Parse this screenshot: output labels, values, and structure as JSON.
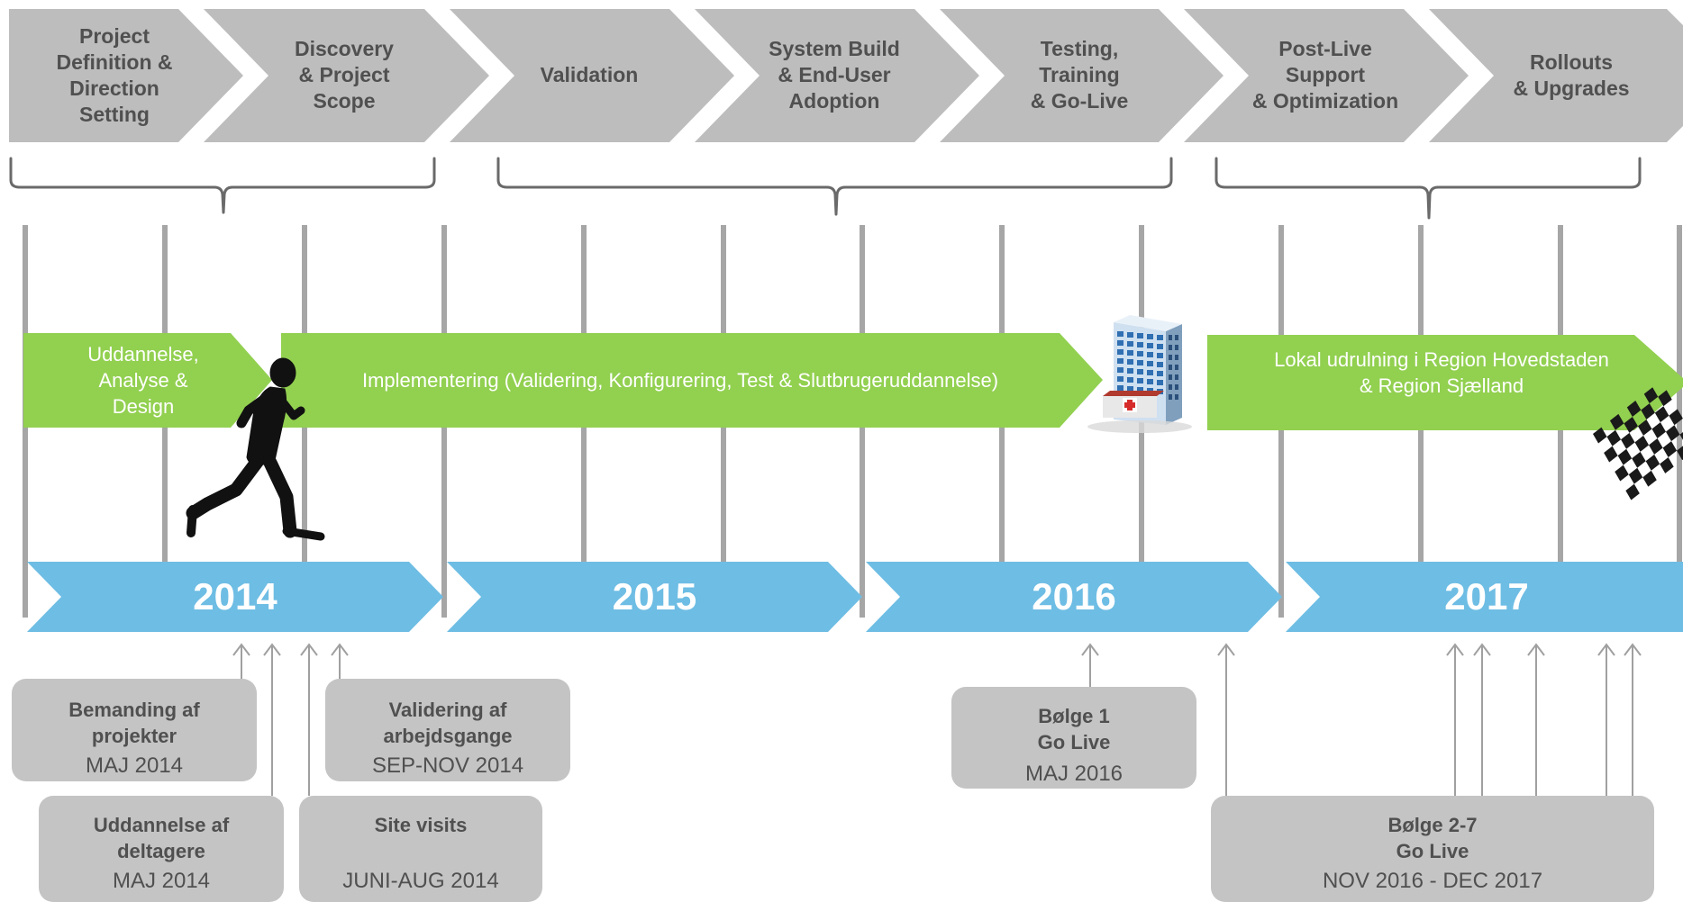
{
  "phases": [
    {
      "label": "Project\nDefinition &\nDirection\nSetting"
    },
    {
      "label": "Discovery\n& Project\nScope"
    },
    {
      "label": "Validation"
    },
    {
      "label": "System Build\n& End-User\nAdoption"
    },
    {
      "label": "Testing,\nTraining\n& Go-Live"
    },
    {
      "label": "Post-Live\nSupport\n& Optimization"
    },
    {
      "label": "Rollouts\n& Upgrades"
    }
  ],
  "bars": {
    "uddannelse": "Uddannelse,\nAnalyse &\nDesign",
    "implementering": "Implementering (Validering, Konfigurering, Test & Slutbrugeruddannelse)",
    "lokal": "Lokal udrulning i Region  Hovedstaden\n& Region Sjælland"
  },
  "years": [
    "2014",
    "2015",
    "2016",
    "2017"
  ],
  "milestones": {
    "bemanding": {
      "title": "Bemanding af\nprojekter",
      "date": "MAJ 2014"
    },
    "validering": {
      "title": "Validering af\narbejdsgange",
      "date": "SEP-NOV 2014"
    },
    "uddannelse_deltagere": {
      "title": "Uddannelse af\ndeltagere",
      "date": "MAJ 2014"
    },
    "site_visits": {
      "title": "Site visits",
      "date": "JUNI-AUG 2014"
    },
    "bolge1": {
      "title": "Bølge 1\nGo Live",
      "date": "MAJ 2016"
    },
    "bolge27": {
      "title": "Bølge 2-7\nGo Live",
      "date": "NOV 2016 - DEC 2017"
    }
  },
  "colors": {
    "phase_fill": "#bdbdbd",
    "green_bar": "#92d050",
    "blue_bar": "#6ebde4",
    "milestone_box": "#c4c4c4",
    "text_dark": "#505050"
  },
  "icons": [
    "runner-silhouette-icon",
    "hospital-building-icon",
    "checkered-flag-icon"
  ]
}
